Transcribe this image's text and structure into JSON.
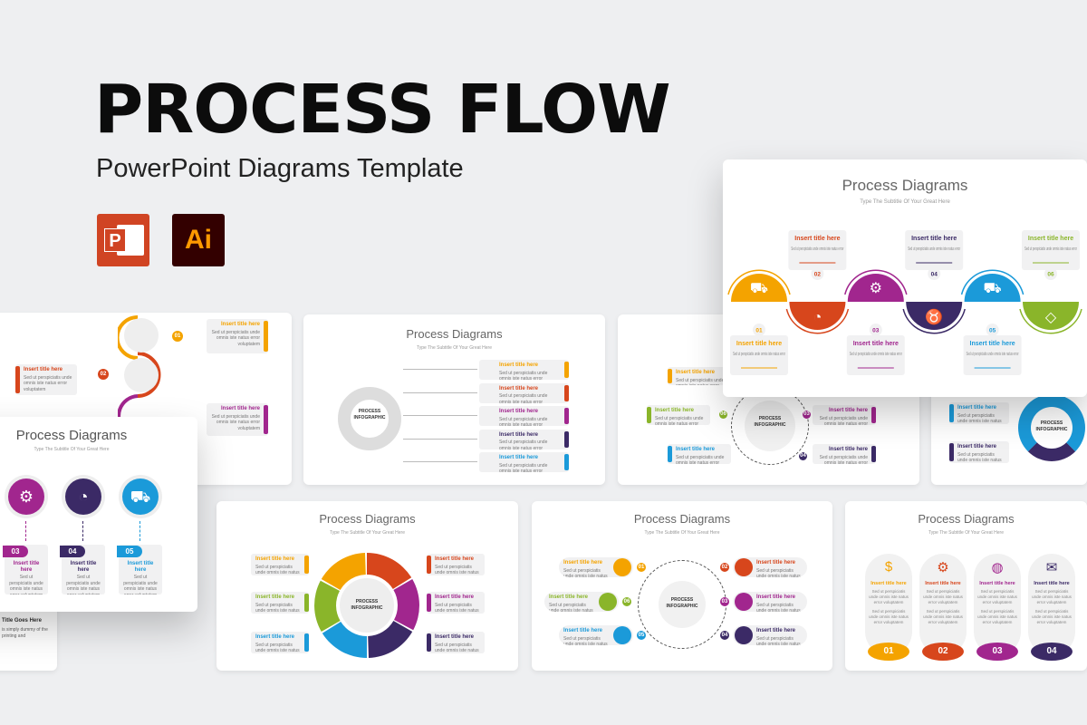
{
  "hero": {
    "title": "PROCESS FLOW",
    "subtitle": "PowerPoint Diagrams Template",
    "powerpoint_icon_label": "P",
    "illustrator_icon_label": "Ai"
  },
  "colors": {
    "orange": "#F4A300",
    "red": "#D7461C",
    "purple": "#A1268E",
    "navy": "#3B2A66",
    "blue": "#1B9AD9",
    "green": "#8AB52A",
    "powerpoint": "#D04423",
    "illustrator": "#330000",
    "illustrator_text": "#FF9A00"
  },
  "common": {
    "slide_title": "Process Diagrams",
    "slide_subtitle": "Type The Subtitle Of Your Great Here",
    "item_title": "Insert title here",
    "body_short": "Sed ut perspiciatis unde omnis iste natus error",
    "body_long": "Sed ut perspiciatis unde omnis iste natus error voluptatem",
    "infographic_line1": "PROCESS",
    "infographic_line2": "INFOGRAPHIC",
    "footer_title": "Title Goes Here",
    "footer_body": "is simply dummy of the printing and"
  },
  "numbers": [
    "01",
    "02",
    "03",
    "04",
    "05",
    "06"
  ]
}
